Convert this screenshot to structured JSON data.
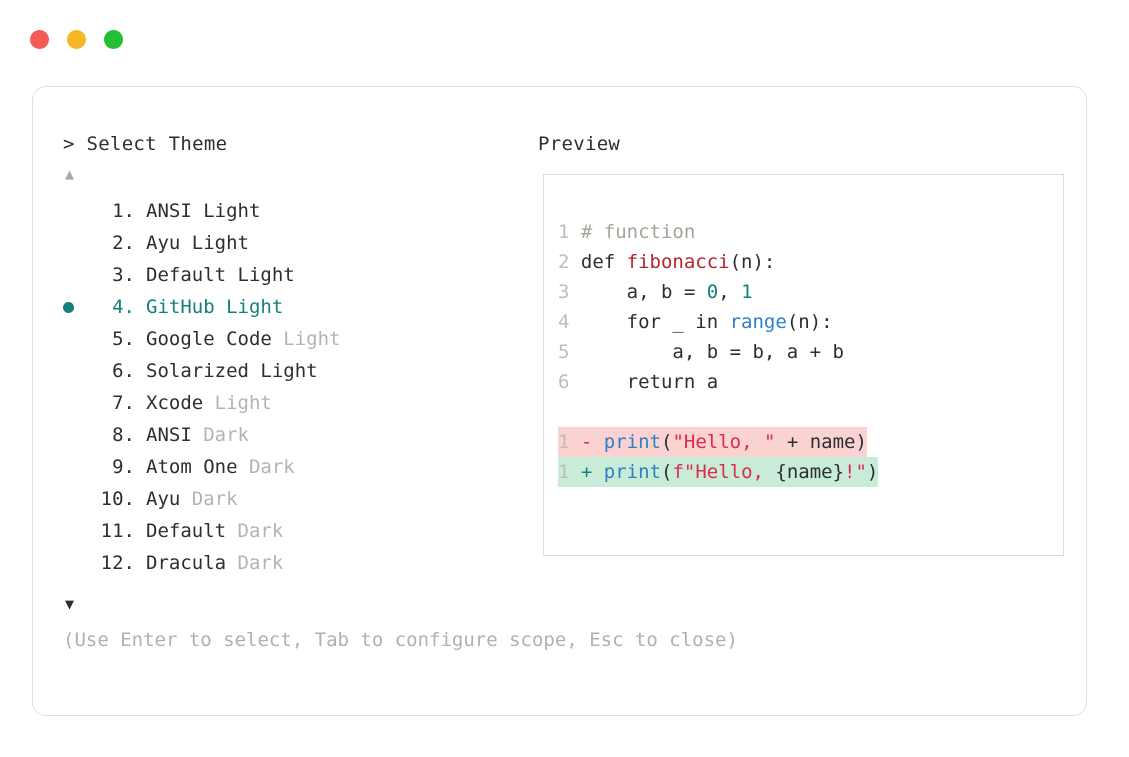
{
  "window": {
    "traffic_lights": [
      {
        "name": "close",
        "color": "#f45b57"
      },
      {
        "name": "minimize",
        "color": "#f5b828"
      },
      {
        "name": "maximize",
        "color": "#25bf35"
      }
    ]
  },
  "prompt": {
    "title": "> Select Theme",
    "preview_title": "Preview",
    "scroll_up": "▲",
    "scroll_down": "▼",
    "hint": "(Use Enter to select, Tab to configure scope, Esc to close)"
  },
  "themes": {
    "selected_index": 4,
    "items": [
      {
        "number": "1.",
        "name": "ANSI",
        "variant": "Light",
        "variant_muted": false
      },
      {
        "number": "2.",
        "name": "Ayu",
        "variant": "Light",
        "variant_muted": false
      },
      {
        "number": "3.",
        "name": "Default",
        "variant": "Light",
        "variant_muted": false
      },
      {
        "number": "4.",
        "name": "GitHub",
        "variant": "Light",
        "variant_muted": false
      },
      {
        "number": "5.",
        "name": "Google Code",
        "variant": "Light",
        "variant_muted": true
      },
      {
        "number": "6.",
        "name": "Solarized",
        "variant": "Light",
        "variant_muted": false
      },
      {
        "number": "7.",
        "name": "Xcode",
        "variant": "Light",
        "variant_muted": true
      },
      {
        "number": "8.",
        "name": "ANSI",
        "variant": "Dark",
        "variant_muted": true
      },
      {
        "number": "9.",
        "name": "Atom One",
        "variant": "Dark",
        "variant_muted": true
      },
      {
        "number": "10.",
        "name": "Ayu",
        "variant": "Dark",
        "variant_muted": true
      },
      {
        "number": "11.",
        "name": "Default",
        "variant": "Dark",
        "variant_muted": true
      },
      {
        "number": "12.",
        "name": "Dracula",
        "variant": "Dark",
        "variant_muted": true
      }
    ]
  },
  "preview": {
    "code_lines": [
      {
        "ln": "1",
        "tokens": [
          {
            "t": "# function",
            "c": "comment"
          }
        ]
      },
      {
        "ln": "2",
        "tokens": [
          {
            "t": "def ",
            "c": "kw"
          },
          {
            "t": "fibonacci",
            "c": "fn"
          },
          {
            "t": "(n):",
            "c": "plain"
          }
        ]
      },
      {
        "ln": "3",
        "tokens": [
          {
            "t": "    a, b = ",
            "c": "plain"
          },
          {
            "t": "0",
            "c": "num"
          },
          {
            "t": ", ",
            "c": "plain"
          },
          {
            "t": "1",
            "c": "num"
          }
        ]
      },
      {
        "ln": "4",
        "tokens": [
          {
            "t": "    for _ in ",
            "c": "plain"
          },
          {
            "t": "range",
            "c": "builtin"
          },
          {
            "t": "(n):",
            "c": "plain"
          }
        ]
      },
      {
        "ln": "5",
        "tokens": [
          {
            "t": "        a, b = b, a + b",
            "c": "plain"
          }
        ]
      },
      {
        "ln": "6",
        "tokens": [
          {
            "t": "    return a",
            "c": "plain"
          }
        ]
      }
    ],
    "diff_lines": [
      {
        "ln": "1",
        "kind": "removed",
        "sign": "-",
        "tokens": [
          {
            "t": "print",
            "c": "builtin"
          },
          {
            "t": "(",
            "c": "plain"
          },
          {
            "t": "\"Hello, \"",
            "c": "str"
          },
          {
            "t": " + name)",
            "c": "plain"
          }
        ]
      },
      {
        "ln": "1",
        "kind": "added",
        "sign": "+",
        "tokens": [
          {
            "t": "print",
            "c": "builtin"
          },
          {
            "t": "(",
            "c": "plain"
          },
          {
            "t": "f\"Hello, ",
            "c": "str"
          },
          {
            "t": "{name}",
            "c": "plain"
          },
          {
            "t": "!\"",
            "c": "str"
          },
          {
            "t": ")",
            "c": "plain"
          }
        ]
      }
    ]
  },
  "colors": {
    "accent_teal": "#13807e",
    "diff_removed_bg": "#fbd2d2",
    "diff_added_bg": "#c8ecd8",
    "string_red": "#dd2b4d",
    "function_red": "#b32431",
    "builtin_blue": "#2f7fc4",
    "muted_grey": "#b3b3b3"
  }
}
